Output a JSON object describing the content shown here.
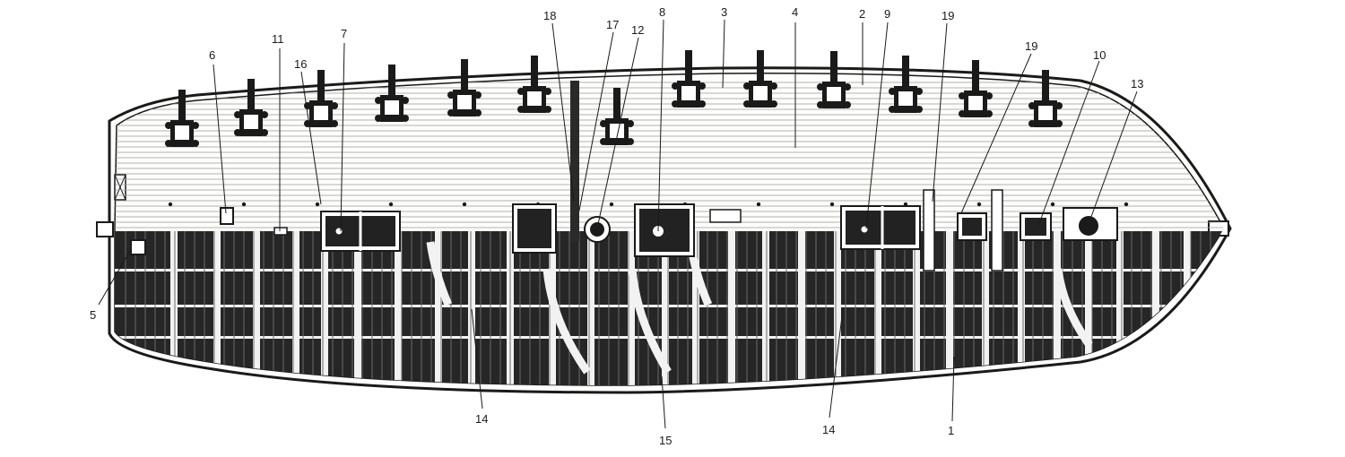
{
  "diagram": {
    "callouts": [
      {
        "id": "c1",
        "text": "1"
      },
      {
        "id": "c2",
        "text": "2"
      },
      {
        "id": "c3",
        "text": "3"
      },
      {
        "id": "c4",
        "text": "4"
      },
      {
        "id": "c5",
        "text": "5"
      },
      {
        "id": "c6",
        "text": "6"
      },
      {
        "id": "c7",
        "text": "7"
      },
      {
        "id": "c8",
        "text": "8"
      },
      {
        "id": "c9",
        "text": "9"
      },
      {
        "id": "c10",
        "text": "10"
      },
      {
        "id": "c11",
        "text": "11"
      },
      {
        "id": "c12",
        "text": "12"
      },
      {
        "id": "c13",
        "text": "13"
      },
      {
        "id": "c14a",
        "text": "14"
      },
      {
        "id": "c14b",
        "text": "14"
      },
      {
        "id": "c15",
        "text": "15"
      },
      {
        "id": "c16",
        "text": "16"
      },
      {
        "id": "c17",
        "text": "17"
      },
      {
        "id": "c18",
        "text": "18"
      },
      {
        "id": "c19a",
        "text": "19"
      },
      {
        "id": "c19b",
        "text": "19"
      }
    ]
  },
  "colors": {
    "ink": "#1a1a1a",
    "paper": "#ffffff",
    "deck": "#f4f4f0",
    "hold": "#2a2a2a"
  }
}
